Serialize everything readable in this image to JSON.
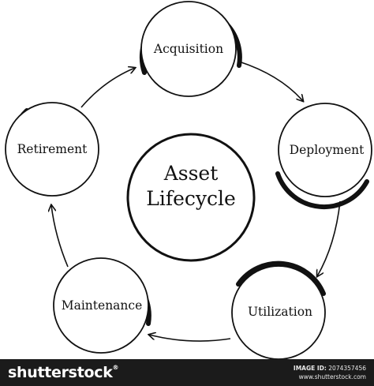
{
  "diagram": {
    "center": {
      "line1": "Asset",
      "line2": "Lifecycle"
    },
    "nodes": [
      {
        "id": "acquisition",
        "label": "Acquisition"
      },
      {
        "id": "deployment",
        "label": "Deployment"
      },
      {
        "id": "utilization",
        "label": "Utilization"
      },
      {
        "id": "maintenance",
        "label": "Maintenance"
      },
      {
        "id": "retirement",
        "label": "Retirement"
      }
    ]
  },
  "footer": {
    "brand": "shutterstock",
    "brand_suffix": "®",
    "image_id_label": "IMAGE ID:",
    "image_id": "2074357456",
    "site": "www.shutterstock.com"
  },
  "colors": {
    "stroke": "#111111",
    "footer_bg": "#1b1b1b"
  }
}
